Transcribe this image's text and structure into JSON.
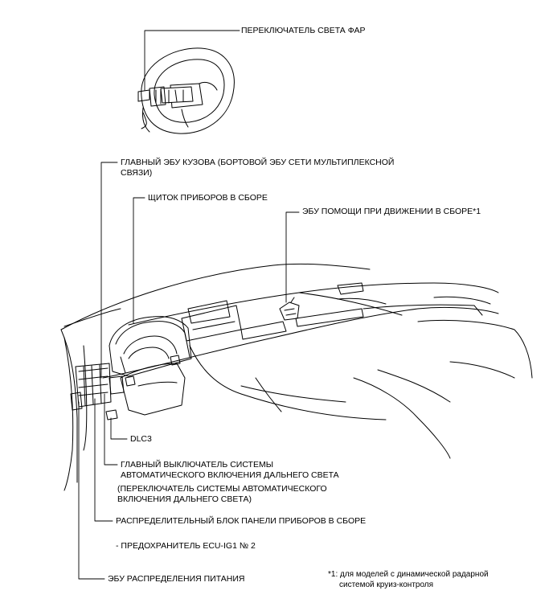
{
  "labels": {
    "headlight_switch": "ПЕРЕКЛЮЧАТЕЛЬ СВЕТА ФАР",
    "main_body_ecu_line1": "ГЛАВНЫЙ ЭБУ КУЗОВА (БОРТОВОЙ ЭБУ СЕТИ МУЛЬТИПЛЕКСНОЙ",
    "main_body_ecu_line2": "СВЯЗИ)",
    "combination_meter": "ЩИТОК ПРИБОРОВ В СБОРЕ",
    "driving_support_ecu": "ЭБУ ПОМОЩИ ПРИ ДВИЖЕНИИ В СБОРЕ*1",
    "dlc3": "DLC3",
    "auto_high_beam_main_switch_line1": "ГЛАВНЫЙ ВЫКЛЮЧАТЕЛЬ СИСТЕМЫ",
    "auto_high_beam_main_switch_line2": "АВТОМАТИЧЕСКОГО ВКЛЮЧЕНИЯ ДАЛЬНЕГО СВЕТА",
    "auto_high_beam_switch_line1": "(ПЕРЕКЛЮЧАТЕЛЬ СИСТЕМЫ АВТОМАТИЧЕСКОГО",
    "auto_high_beam_switch_line2": "ВКЛЮЧЕНИЯ ДАЛЬНЕГО СВЕТА)",
    "instrument_panel_junction_block": "РАСПРЕДЕЛИТЕЛЬНЫЙ БЛОК ПАНЕЛИ ПРИБОРОВ В СБОРЕ",
    "ecu_ig1_fuse": "- ПРЕДОХРАНИТЕЛЬ ECU-IG1 № 2",
    "power_distribution_ecu": "ЭБУ РАСПРЕДЕЛЕНИЯ ПИТАНИЯ"
  },
  "footnote": {
    "line1": "*1: для моделей с динамической радарной",
    "line2": "системой круиз-контроля"
  }
}
